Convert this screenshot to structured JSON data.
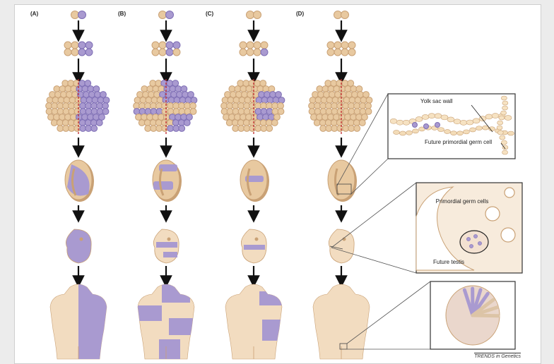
{
  "panels": [
    {
      "label": "(A)",
      "mosaic": "half"
    },
    {
      "label": "(B)",
      "mosaic": "patchy"
    },
    {
      "label": "(C)",
      "mosaic": "partial"
    },
    {
      "label": "(D)",
      "mosaic": "none"
    }
  ],
  "callouts": {
    "yolk_sac": {
      "label_wall": "Yolk sac wall",
      "label_cell": "Future primordial germ cell"
    },
    "germ_cells": {
      "label_pgc": "Primordial germ cells",
      "label_testis": "Future testis"
    }
  },
  "credit": "TRENDS in Genetics",
  "colors": {
    "tan": "#e8c9a0",
    "tan_dark": "#c9a175",
    "skin": "#f2dcc0",
    "purple": "#a99ad0",
    "purple_dark": "#7d6db4",
    "dashed_line": "#c0282d",
    "arrow": "#111111"
  }
}
